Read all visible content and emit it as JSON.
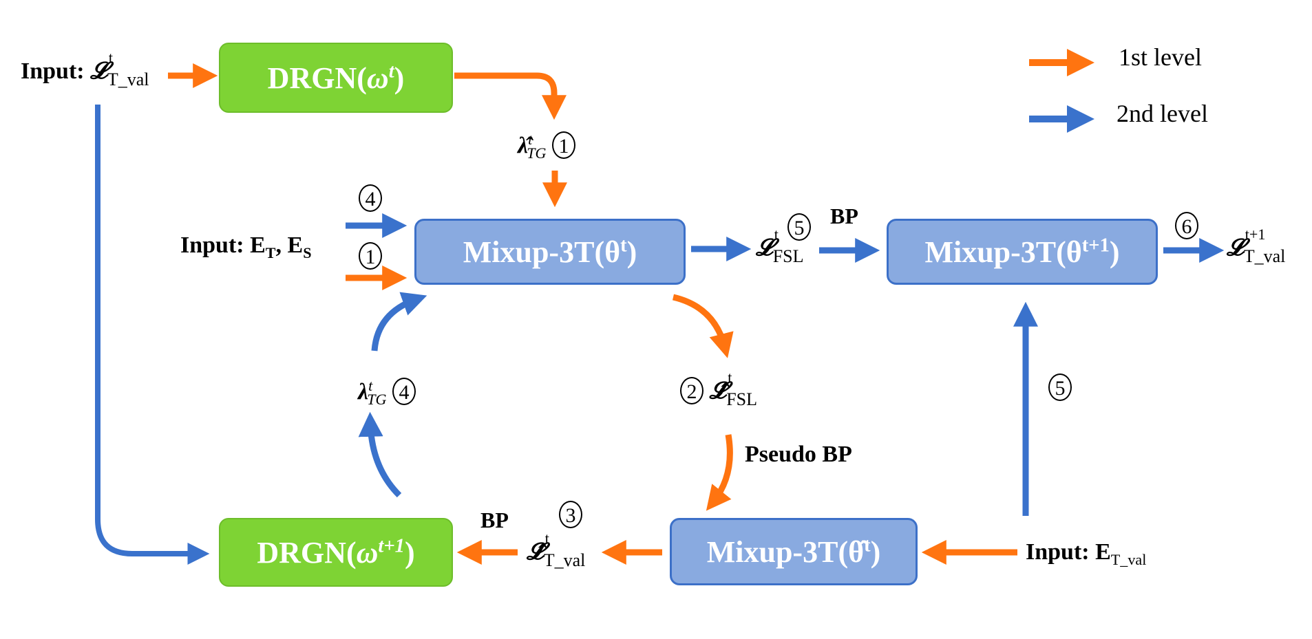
{
  "colors": {
    "first_level": "#ff7410",
    "second_level": "#3a72cc",
    "drgn_box": "#7ed334",
    "mixup_box": "#89aae0"
  },
  "legend": [
    {
      "label": "1st level",
      "color": "#ff7410"
    },
    {
      "label": "2nd level",
      "color": "#3a72cc"
    }
  ],
  "boxes": {
    "drgn_top": {
      "name": "DRGN",
      "param": "ω",
      "sup": "t"
    },
    "drgn_bottom": {
      "name": "DRGN",
      "param": "ω",
      "sup": "t+1"
    },
    "mixup_center": {
      "name": "Mixup-3T",
      "param": "θ",
      "sup": "t"
    },
    "mixup_right": {
      "name": "Mixup-3T",
      "param": "θ",
      "sup": "t+1"
    },
    "mixup_bottom": {
      "name": "Mixup-3T",
      "param": "θ̂",
      "sup": "t"
    }
  },
  "labels": {
    "input_top": {
      "prefix": "Input:",
      "sym": "𝓛",
      "sup": "t",
      "sub": "T_val"
    },
    "input_es": {
      "prefix": "Input:",
      "e1": "E",
      "s1": "T",
      "e2": "E",
      "s2": "S"
    },
    "input_bottom": {
      "prefix": "Input:",
      "e": "E",
      "sub": "T_val"
    },
    "lambda_hat": {
      "sym": "λ̂",
      "sup": "t",
      "sub": "TG",
      "step": "1"
    },
    "lambda": {
      "sym": "λ",
      "sup": "t",
      "sub": "TG",
      "step": "4"
    },
    "loss_fsl": {
      "sym": "𝓛",
      "sup": "t",
      "sub": "FSL",
      "step": "5"
    },
    "loss_fsl_hat": {
      "sym": "𝓛̂",
      "sup": "t",
      "sub": "FSL",
      "step": "2"
    },
    "loss_val_hat": {
      "sym": "𝓛̂",
      "sup": "t",
      "sub": "T_val",
      "step": "3"
    },
    "loss_val_next": {
      "sym": "𝓛",
      "sup": "t+1",
      "sub": "T_val",
      "step": "6"
    },
    "bp_right": "BP",
    "bp_bottom": "BP",
    "pseudo_bp": "Pseudo BP",
    "step_4_in": "4",
    "step_1_in": "1",
    "step_5_up": "5"
  }
}
